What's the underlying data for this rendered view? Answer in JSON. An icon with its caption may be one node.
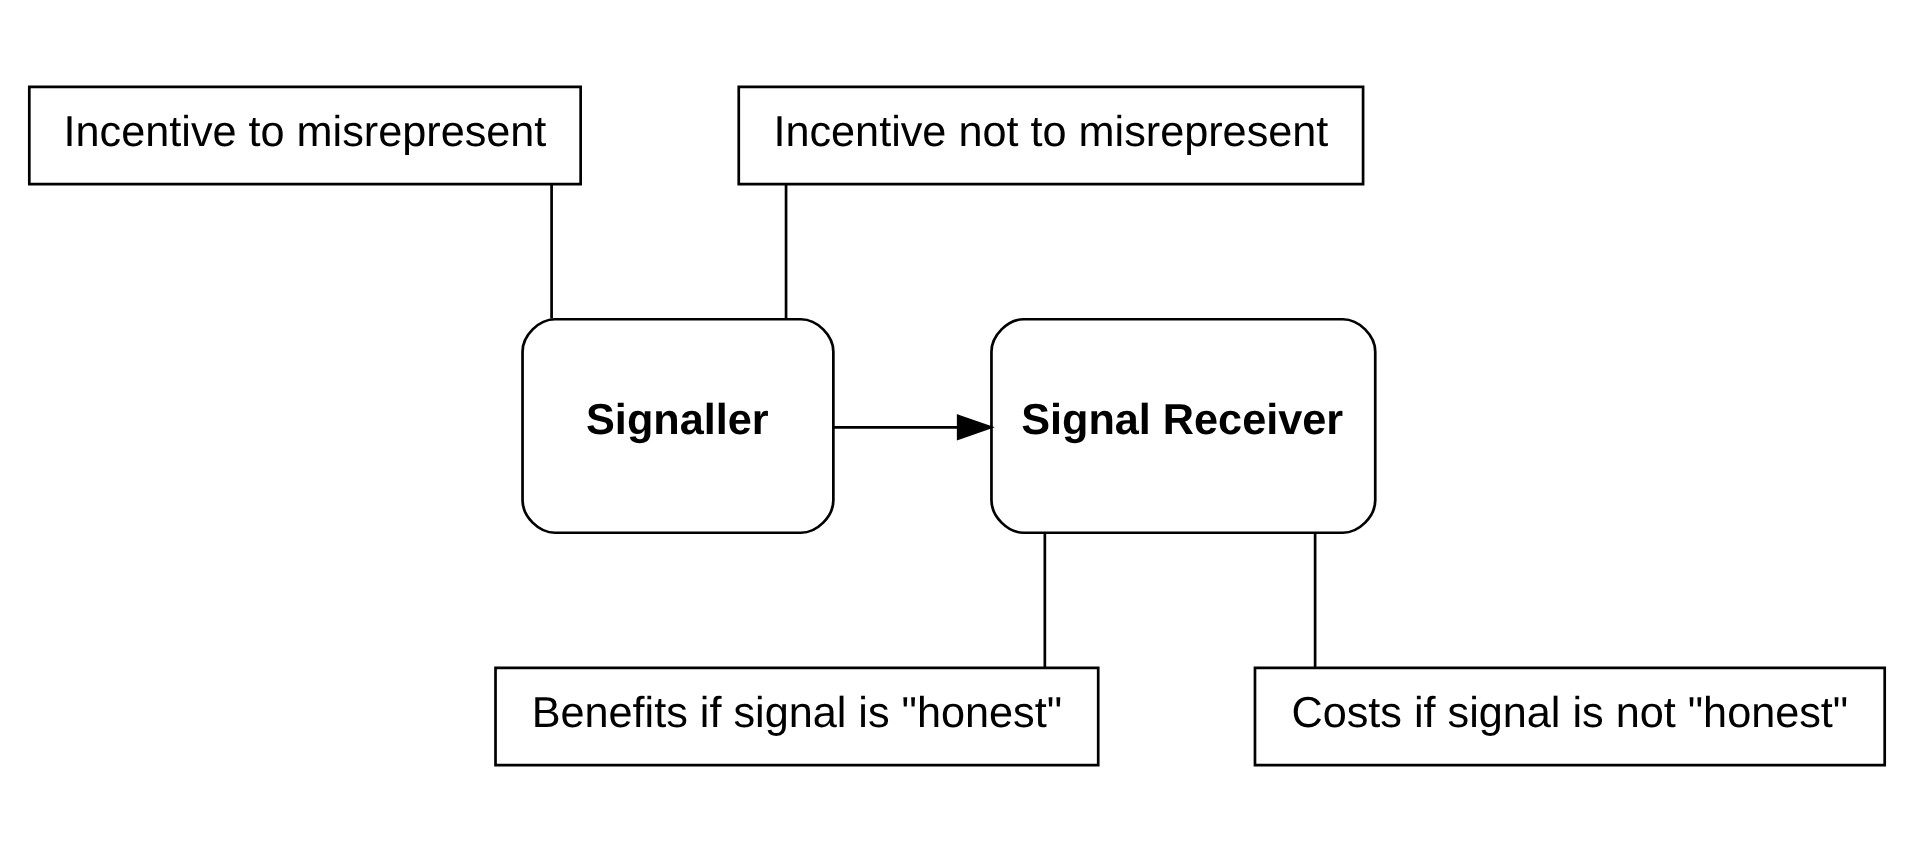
{
  "diagram": {
    "nodes": [
      {
        "text": [
          "Incentive to misrepresent"
        ]
      },
      {
        "text": [
          "Incentive not to misrepresent"
        ]
      },
      {
        "text": [
          "Signaller"
        ]
      },
      {
        "text": [
          "Signal Receiver"
        ]
      },
      {
        "text": [
          "Benefits if signal is \"honest\""
        ]
      },
      {
        "text": [
          "Costs if signal is not \"honest\""
        ]
      }
    ],
    "edges": [
      {
        "from": 2,
        "to": 0,
        "arrow": "none"
      },
      {
        "from": 2,
        "to": 1,
        "arrow": "none"
      },
      {
        "from": 2,
        "to": 3,
        "arrow": "to"
      },
      {
        "from": 3,
        "to": 4,
        "arrow": "none"
      },
      {
        "from": 3,
        "to": 5,
        "arrow": "none"
      }
    ]
  }
}
